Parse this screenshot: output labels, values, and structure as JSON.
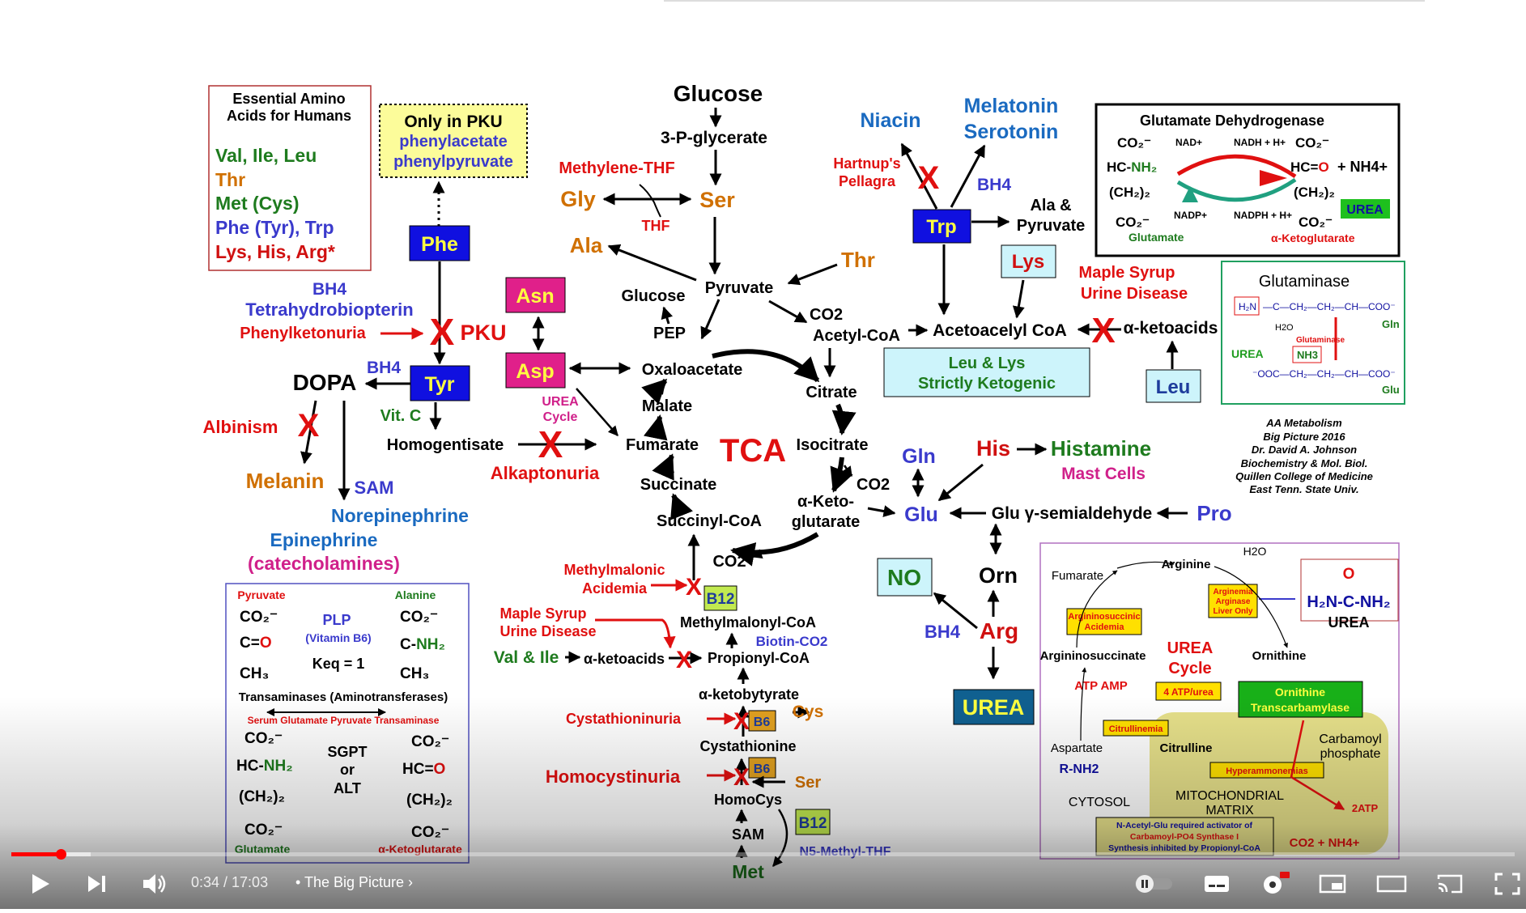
{
  "diagram": {
    "essential": {
      "title_lines": [
        "Essential Amino",
        "Acids for Humans"
      ],
      "lines": [
        {
          "text": "Val, Ile, Leu",
          "color": "#1e7b1e"
        },
        {
          "text": "Thr",
          "color": "#d07000"
        },
        {
          "text": "Met (Cys)",
          "color": "#1e7b1e"
        },
        {
          "text": "Phe (Tyr), Trp",
          "color": "#3a3acc"
        },
        {
          "text": "Lys, His, Arg*",
          "color": "#d01010"
        }
      ]
    },
    "pku_box": {
      "title": "Only in PKU",
      "line1": "phenylacetate",
      "line2": "phenylpyruvate"
    },
    "phe": "Phe",
    "tyr": "Tyr",
    "bh4": "BH4",
    "tetrahydrobiopterin": "Tetrahydrobiopterin",
    "phenylketonuria": "Phenylketonuria",
    "pku": "PKU",
    "dopa": "DOPA",
    "albinism": "Albinism",
    "melanin": "Melanin",
    "sam": "SAM",
    "vitc": "Vit. C",
    "homogentisate": "Homogentisate",
    "alkaptonuria": "Alkaptonuria",
    "norepinephrine": "Norepinephrine",
    "epinephrine": "Epinephrine",
    "catecholamines": "(catecholamines)",
    "asn": "Asn",
    "asp": "Asp",
    "urea_cycle_small": [
      "UREA",
      "Cycle"
    ],
    "glucose_top": "Glucose",
    "p_glycerate": "3-P-glycerate",
    "methylene_thf": "Methylene-THF",
    "gly": "Gly",
    "ser": "Ser",
    "thf": "THF",
    "ala": "Ala",
    "thr": "Thr",
    "pyruvate": "Pyruvate",
    "glucose": "Glucose",
    "pep": "PEP",
    "co2": "CO2",
    "acetyl_coa": "Acetyl-CoA",
    "oxaloacetate": "Oxaloacetate",
    "citrate": "Citrate",
    "malate": "Malate",
    "fumarate": "Fumarate",
    "tca": "TCA",
    "isocitrate": "Isocitrate",
    "succinate": "Succinate",
    "alpha_keto": [
      "α-Keto-",
      "glutarate"
    ],
    "succinyl_coa": "Succinyl-CoA",
    "niacin": "Niacin",
    "melatonin": "Melatonin",
    "serotonin": "Serotonin",
    "hartnup": [
      "Hartnup's",
      "Pellagra"
    ],
    "trp": "Trp",
    "ala_pyruvate": [
      "Ala &",
      "Pyruvate"
    ],
    "lys": "Lys",
    "msud_top": [
      "Maple Syrup",
      "Urine Disease"
    ],
    "acetoacetyl": "Acetoacelyl CoA",
    "alpha_ketoacids": "α-ketoacids",
    "ketogenic": [
      "Leu & Lys",
      "Strictly Ketogenic"
    ],
    "leu": "Leu",
    "gdh": {
      "title": "Glutamate Dehydrogenase",
      "nad": "NAD+",
      "nadh": "NADH + H+",
      "nadp": "NADP+",
      "nadph": "NADPH + H+",
      "nh4": "+ NH4+",
      "urea": "UREA",
      "glutamate": "Glutamate",
      "akg": "α-Ketoglutarate"
    },
    "glutaminase": {
      "title": "Glutaminase",
      "gln": "Gln",
      "glu": "Glu",
      "enzyme": "Glutaminase",
      "urea": "UREA",
      "nh3": "NH3",
      "h2o": "H2O"
    },
    "credit": [
      "AA Metabolism",
      "Big Picture 2016",
      "Dr. David A. Johnson",
      "Biochemistry & Mol. Biol.",
      "Quillen College of Medicine",
      "East Tenn. State Univ."
    ],
    "his": "His",
    "histamine": "Histamine",
    "mast_cells": "Mast Cells",
    "gln": "Gln",
    "glu": "Glu",
    "glu_semialdehyde": "Glu γ-semialdehyde",
    "pro": "Pro",
    "orn": "Orn",
    "no": "NO",
    "arg": "Arg",
    "urea_big": "UREA",
    "methylmalonic": [
      "Methylmalonic",
      "Acidemia"
    ],
    "b12": "B12",
    "b6": "B6",
    "methylmalonyl": "Methylmalonyl-CoA",
    "biotin": "Biotin-CO2",
    "msud_bottom": [
      "Maple Syrup",
      "Urine Disease"
    ],
    "val_ile": "Val & Ile",
    "ketoacids_bottom": "α-ketoacids",
    "propionyl": "Propionyl-CoA",
    "ketobutyrate": "α-ketobytyrate",
    "cys": "Cys",
    "cystathioninuria": "Cystathioninuria",
    "cystathionine": "Cystathionine",
    "homocystinuria": "Homocystinuria",
    "ser_bottom": "Ser",
    "homocys": "HomoCys",
    "sam_bottom": "SAM",
    "met": "Met",
    "n5": "N5-Methyl-THF",
    "transaminase": {
      "pyruvate": "Pyruvate",
      "alanine": "Alanine",
      "plp": "PLP",
      "vitb6": "(Vitamin B6)",
      "keq": "Keq = 1",
      "title": "Transaminases (Aminotransferases)",
      "sgpt_full": "Serum Glutamate Pyruvate Transaminase",
      "sgpt": "SGPT",
      "or": "or",
      "alt": "ALT",
      "glutamate": "Glutamate",
      "akg": "α-Ketoglutarate"
    },
    "urea_panel": {
      "h2o": "H2O",
      "fumarate": "Fumarate",
      "arginine": "Arginine",
      "argininosuccinic": [
        "Argininosuccinic",
        "Acidemia"
      ],
      "arginemia": [
        "Arginemia",
        "Arginase",
        "Liver Only"
      ],
      "urea": "UREA",
      "argininosuccinate": "Argininosuccinate",
      "urea_cycle": [
        "UREA",
        "Cycle"
      ],
      "ornithine": "Ornithine",
      "atp_amp": "ATP  AMP",
      "atp_urea": "4 ATP/urea",
      "otc": [
        "Ornithine",
        "Transcarbamylase"
      ],
      "citrullinemia": "Citrullinemia",
      "aspartate": "Aspartate",
      "citrulline": "Citrulline",
      "carbamoyl": [
        "Carbamoyl",
        "phosphate"
      ],
      "rnh2": "R-NH2",
      "hyperammonemias": "Hyperammonemias",
      "cytosol": "CYTOSOL",
      "mito": [
        "MITOCHONDRIAL",
        "MATRIX"
      ],
      "atp2": "2ATP",
      "nacetyl": [
        "N-Acetyl-Glu required activator of",
        "Carbamoyl-PO4 Synthase I",
        "Synthesis inhibited by Propionyl-CoA"
      ],
      "co2_nh4": "CO2 + NH4+"
    }
  },
  "player": {
    "time": "0:34 / 17:03",
    "chapter": "The Big Picture",
    "progress": 0.033
  }
}
